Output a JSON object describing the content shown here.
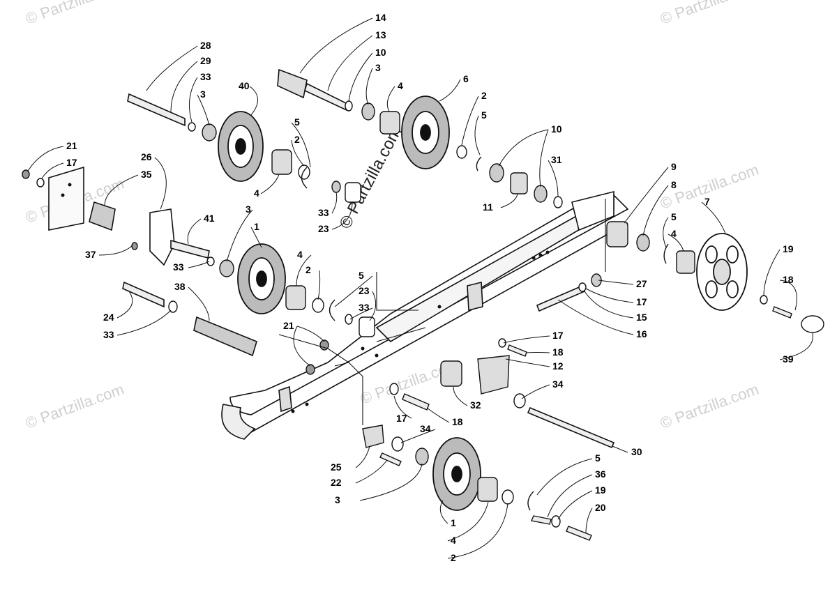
{
  "diagram": {
    "watermark_text": "© Partzilla.com",
    "labels": [
      "1",
      "2",
      "3",
      "4",
      "5",
      "6",
      "7",
      "8",
      "9",
      "10",
      "11",
      "12",
      "13",
      "14",
      "15",
      "16",
      "17",
      "18",
      "19",
      "20",
      "21",
      "22",
      "23",
      "24",
      "25",
      "26",
      "27",
      "28",
      "29",
      "30",
      "31",
      "32",
      "33",
      "34",
      "35",
      "36",
      "37",
      "38",
      "39",
      "40",
      "41"
    ]
  }
}
